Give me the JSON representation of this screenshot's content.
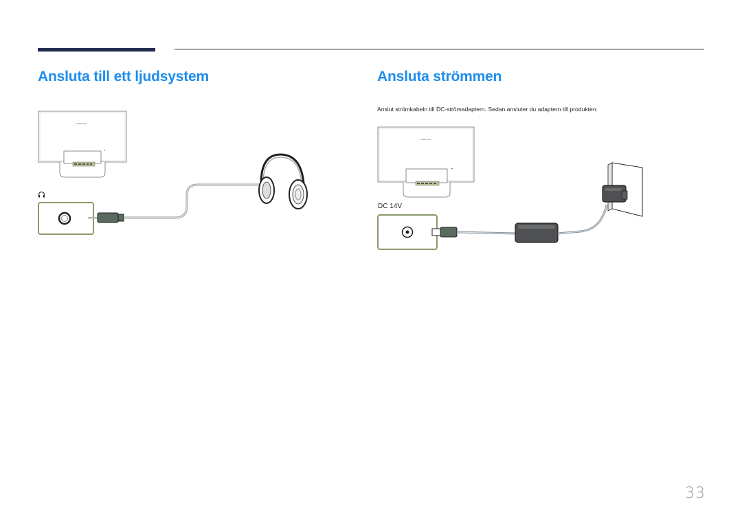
{
  "left_section": {
    "title": "Ansluta till ett ljudsystem",
    "monitor_brand": "SAMSUNG",
    "port_icon": "headphone-icon",
    "connected_device_icon": "headphones-icon"
  },
  "right_section": {
    "title": "Ansluta strömmen",
    "body": "Anslut strömkabeln till DC-strömadaptern. Sedan ansluter du adaptern till produkten.",
    "monitor_brand": "SAMSUNG",
    "port_label": "DC 14V",
    "adapter_icon": "power-adapter-icon",
    "outlet_icon": "wall-outlet-icon"
  },
  "page_number": "33",
  "colors": {
    "heading": "#1d8ded",
    "header_bar": "#1f2a4d",
    "highlight_frame": "#8a9a6b",
    "port_panel": "#b9c392"
  }
}
